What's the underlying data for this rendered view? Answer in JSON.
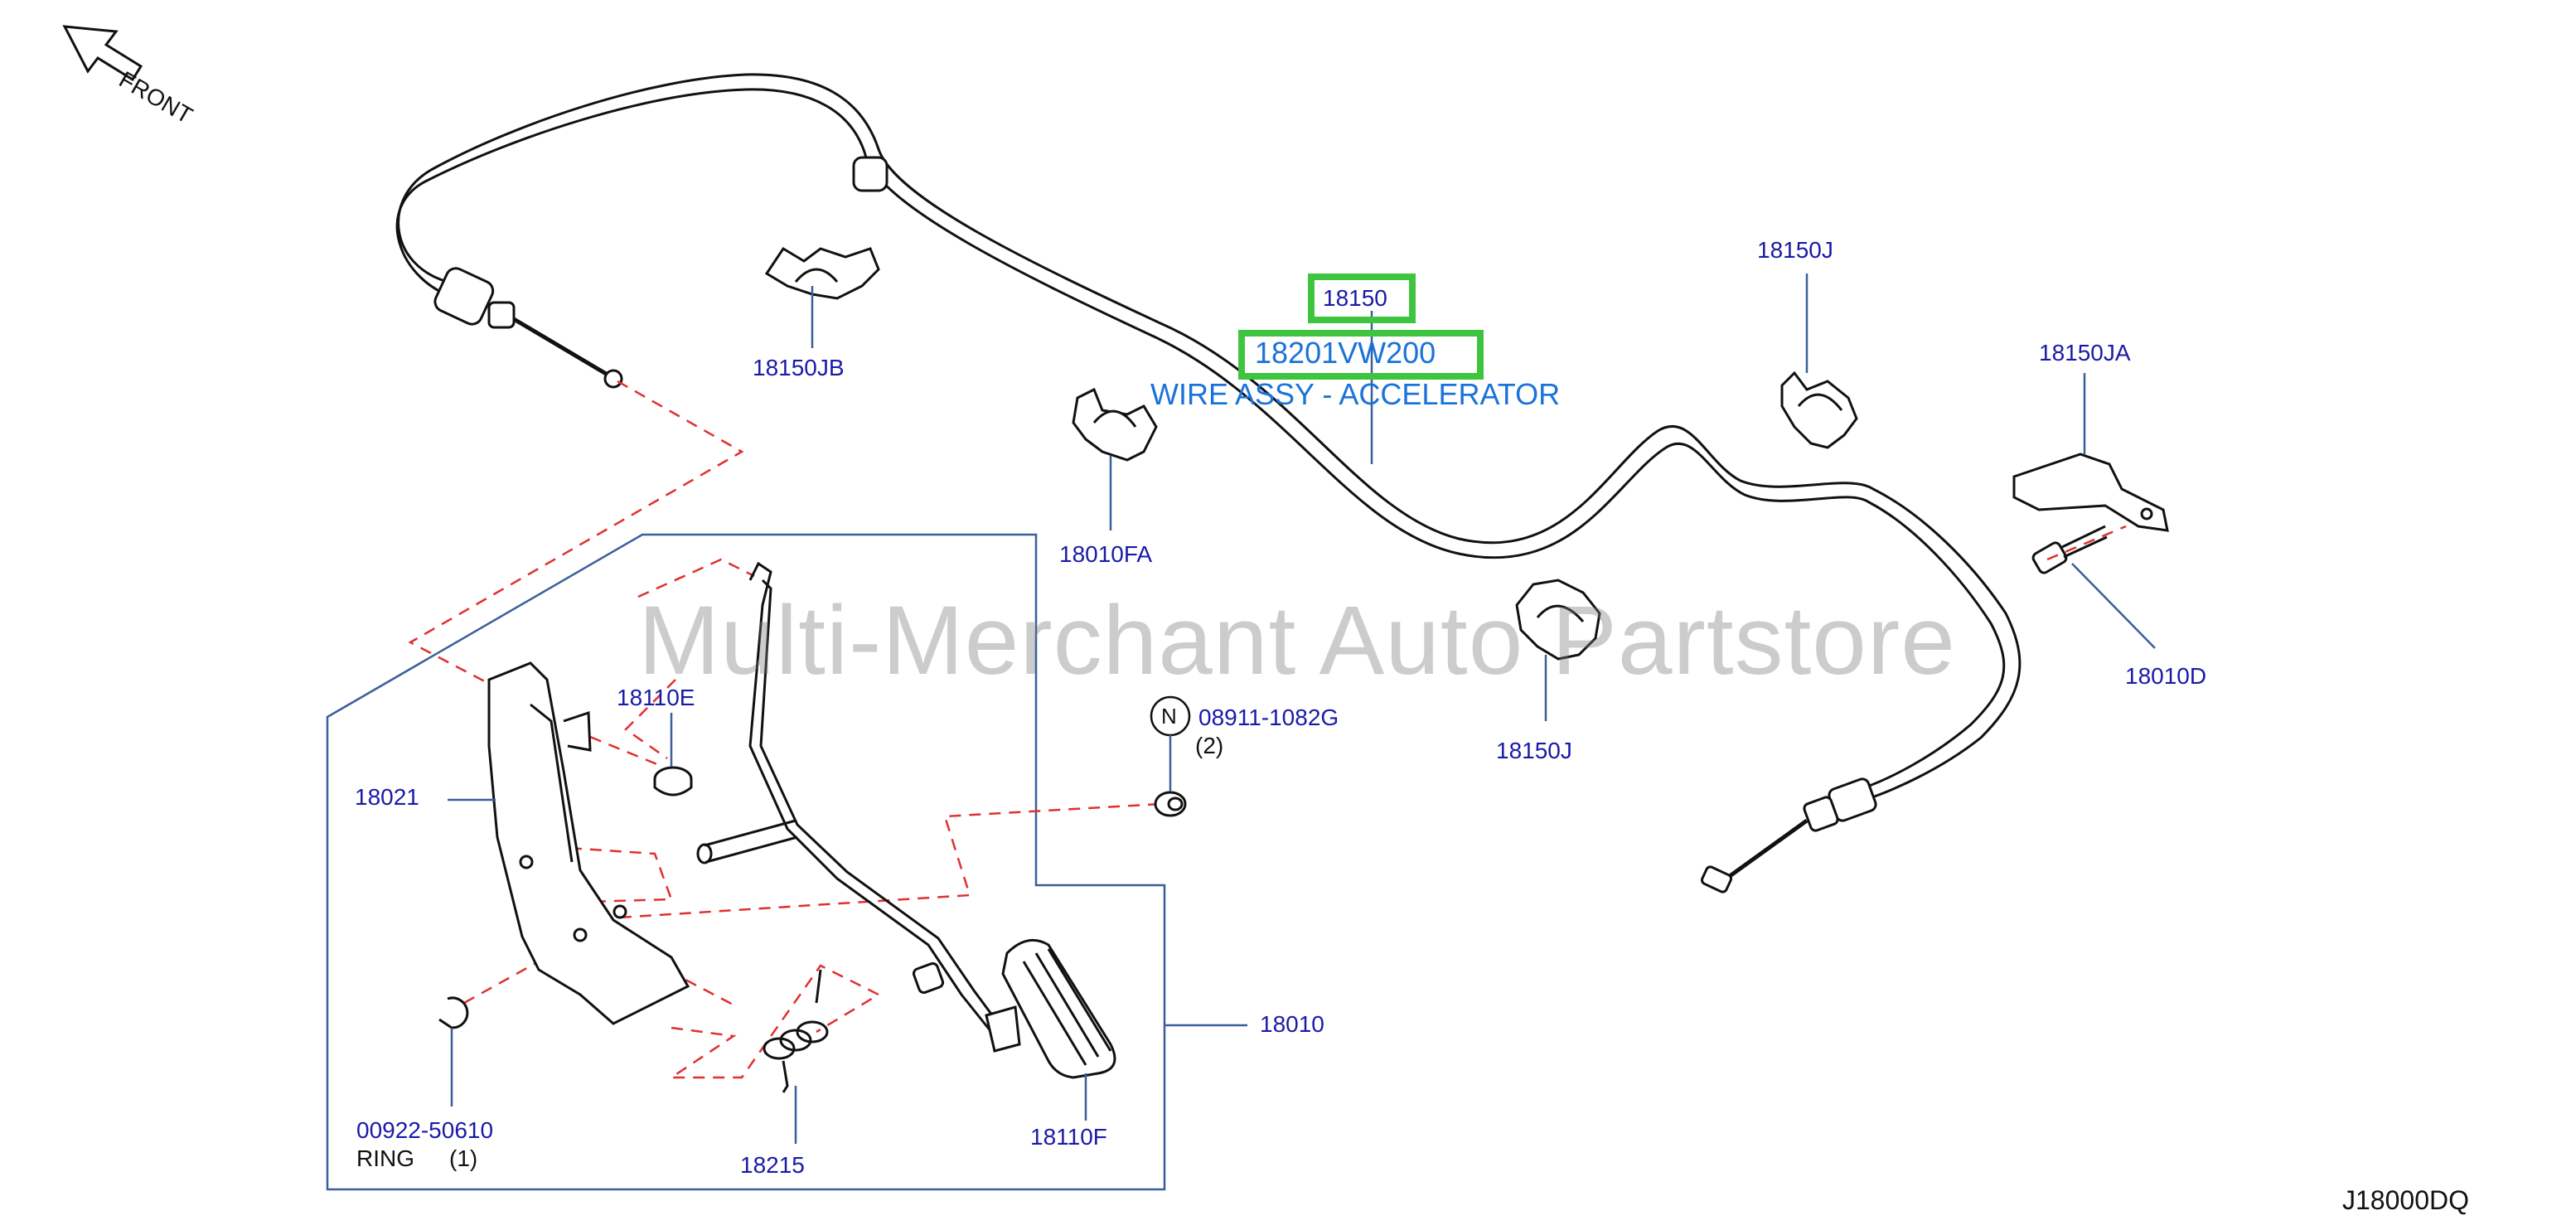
{
  "front_label": "FRONT",
  "watermark": "Multi-Merchant Auto Partstore",
  "diagram_code": "J18000DQ",
  "highlighted": {
    "part_number": "18150",
    "part_code": "18201VW200",
    "description": "WIRE ASSY - ACCELERATOR"
  },
  "parts": {
    "p18150JB": "18150JB",
    "p18010FA": "18010FA",
    "p18150J_top": "18150J",
    "p18150J_bottom": "18150J",
    "p18150JA": "18150JA",
    "p18010D": "18010D",
    "p18110E": "18110E",
    "p18021": "18021",
    "p08911": "08911-1082G",
    "p08911_qty": "(2)",
    "nut_symbol": "N",
    "p18010": "18010",
    "p00922": "00922-50610",
    "ring_label": "RING",
    "ring_qty": "(1)",
    "p18215": "18215",
    "p18110F": "18110F"
  },
  "colors": {
    "label": "#1a1aa8",
    "highlight": "#3ec43e",
    "description": "#1a73d9",
    "dash": "#e03030",
    "frame": "#3a5f9a"
  }
}
